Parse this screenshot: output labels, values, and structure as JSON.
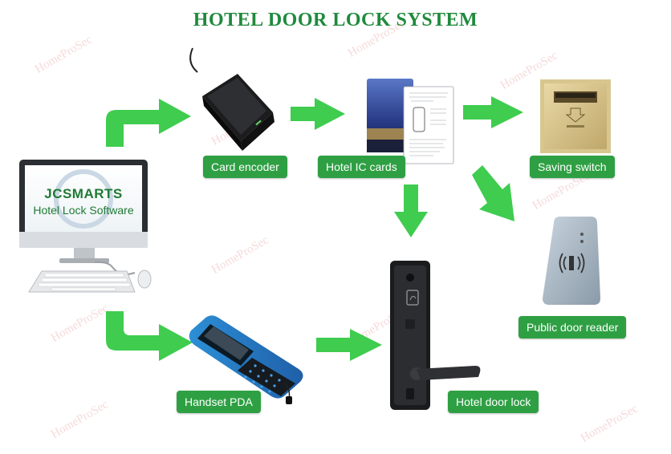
{
  "title": "HOTEL DOOR LOCK SYSTEM",
  "monitor": {
    "brand": "JCSMARTS",
    "software": "Hotel Lock Software"
  },
  "nodes": {
    "card_encoder": "Card encoder",
    "hotel_ic_cards": "Hotel IC cards",
    "saving_switch": "Saving switch",
    "public_door_reader": "Public door reader",
    "handset_pda": "Handset PDA",
    "hotel_door_lock": "Hotel door lock"
  },
  "watermark": "HomeProSec",
  "colors": {
    "title": "#1f8a3c",
    "label_bg": "#2ea043",
    "arrow": "#3fcc4f",
    "watermark": "#e69696"
  }
}
